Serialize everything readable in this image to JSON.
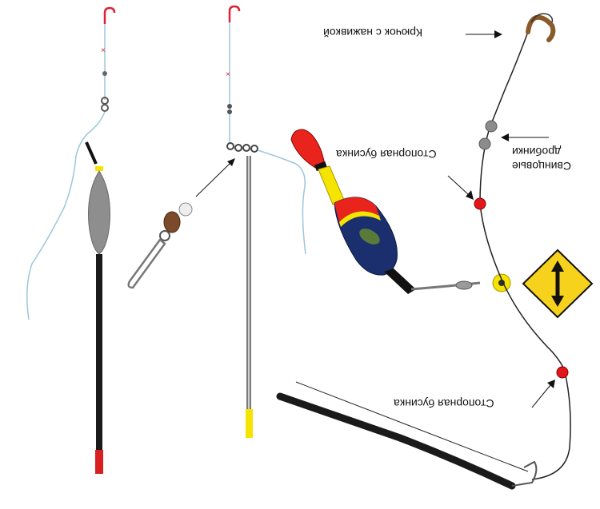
{
  "labels": {
    "hook_with_bait": "Крючок с наживкой",
    "lead_shots_line1": "Свинцовые",
    "lead_shots_line2": "дробинки",
    "stopper_bead_top": "Стопорная бусинка",
    "stopper_bead_bottom": "Стопорная бусинка"
  },
  "colors": {
    "line": "#222222",
    "fishing_line": "#9ec6dc",
    "bead_red": "#e3161c",
    "shot_grey": "#8c8c8c",
    "float_red": "#e8241c",
    "float_yellow": "#f5e400",
    "float_blue": "#1b2f6e",
    "sign_yellow": "#f7d21c",
    "rod_black": "#1a1a1a",
    "sinker_grey": "#8e8e8e"
  },
  "icons": {
    "sign": "double-arrow-vertical-icon",
    "hook": "hook-icon",
    "swivel": "swivel-snap-icon",
    "worm": "worm-bait-icon"
  }
}
